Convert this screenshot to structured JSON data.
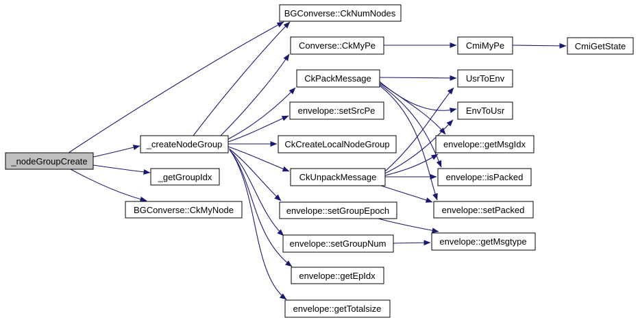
{
  "graph": {
    "type": "doxygen-call-graph",
    "root": "_nodeGroupCreate",
    "colors": {
      "background": "#ffffff",
      "edge": "#191970",
      "node_border": "#000000",
      "node_fill": "#ffffff",
      "root_node_fill": "#bfbfbf",
      "text": "#000000"
    },
    "nodes": [
      {
        "label": "_nodeGroupCreate",
        "highlighted": true
      },
      {
        "label": "_createNodeGroup",
        "highlighted": false
      },
      {
        "label": "_getGroupIdx",
        "highlighted": false
      },
      {
        "label": "BGConverse::CkMyNode",
        "highlighted": false
      },
      {
        "label": "BGConverse::CkNumNodes",
        "highlighted": false
      },
      {
        "label": "Converse::CkMyPe",
        "highlighted": false
      },
      {
        "label": "CkPackMessage",
        "highlighted": false
      },
      {
        "label": "envelope::setSrcPe",
        "highlighted": false
      },
      {
        "label": "CkCreateLocalNodeGroup",
        "highlighted": false
      },
      {
        "label": "CkUnpackMessage",
        "highlighted": false
      },
      {
        "label": "envelope::setGroupEpoch",
        "highlighted": false
      },
      {
        "label": "envelope::setGroupNum",
        "highlighted": false
      },
      {
        "label": "envelope::getEpIdx",
        "highlighted": false
      },
      {
        "label": "envelope::getTotalsize",
        "highlighted": false
      },
      {
        "label": "CmiMyPe",
        "highlighted": false
      },
      {
        "label": "CmiGetState",
        "highlighted": false
      },
      {
        "label": "UsrToEnv",
        "highlighted": false
      },
      {
        "label": "EnvToUsr",
        "highlighted": false
      },
      {
        "label": "envelope::getMsgIdx",
        "highlighted": false
      },
      {
        "label": "envelope::isPacked",
        "highlighted": false
      },
      {
        "label": "envelope::setPacked",
        "highlighted": false
      },
      {
        "label": "envelope::getMsgtype",
        "highlighted": false
      }
    ],
    "edges": [
      {
        "from": "_nodeGroupCreate",
        "to": "BGConverse::CkNumNodes"
      },
      {
        "from": "_nodeGroupCreate",
        "to": "_createNodeGroup"
      },
      {
        "from": "_nodeGroupCreate",
        "to": "_getGroupIdx"
      },
      {
        "from": "_nodeGroupCreate",
        "to": "BGConverse::CkMyNode"
      },
      {
        "from": "_createNodeGroup",
        "to": "BGConverse::CkNumNodes"
      },
      {
        "from": "_createNodeGroup",
        "to": "Converse::CkMyPe"
      },
      {
        "from": "_createNodeGroup",
        "to": "CkPackMessage"
      },
      {
        "from": "_createNodeGroup",
        "to": "envelope::setSrcPe"
      },
      {
        "from": "_createNodeGroup",
        "to": "CkCreateLocalNodeGroup"
      },
      {
        "from": "_createNodeGroup",
        "to": "CkUnpackMessage"
      },
      {
        "from": "_createNodeGroup",
        "to": "envelope::setGroupEpoch"
      },
      {
        "from": "_createNodeGroup",
        "to": "envelope::setGroupNum"
      },
      {
        "from": "_createNodeGroup",
        "to": "envelope::getEpIdx"
      },
      {
        "from": "_createNodeGroup",
        "to": "envelope::getTotalsize"
      },
      {
        "from": "Converse::CkMyPe",
        "to": "CmiMyPe"
      },
      {
        "from": "CmiMyPe",
        "to": "CmiGetState"
      },
      {
        "from": "CkPackMessage",
        "to": "UsrToEnv"
      },
      {
        "from": "CkPackMessage",
        "to": "EnvToUsr"
      },
      {
        "from": "CkPackMessage",
        "to": "envelope::getMsgIdx"
      },
      {
        "from": "CkPackMessage",
        "to": "envelope::isPacked"
      },
      {
        "from": "CkPackMessage",
        "to": "envelope::setPacked"
      },
      {
        "from": "CkUnpackMessage",
        "to": "UsrToEnv"
      },
      {
        "from": "CkUnpackMessage",
        "to": "EnvToUsr"
      },
      {
        "from": "CkUnpackMessage",
        "to": "envelope::getMsgIdx"
      },
      {
        "from": "CkUnpackMessage",
        "to": "envelope::isPacked"
      },
      {
        "from": "CkUnpackMessage",
        "to": "envelope::setPacked"
      },
      {
        "from": "envelope::setGroupEpoch",
        "to": "envelope::getMsgtype"
      },
      {
        "from": "envelope::setGroupNum",
        "to": "envelope::getMsgtype"
      }
    ]
  }
}
